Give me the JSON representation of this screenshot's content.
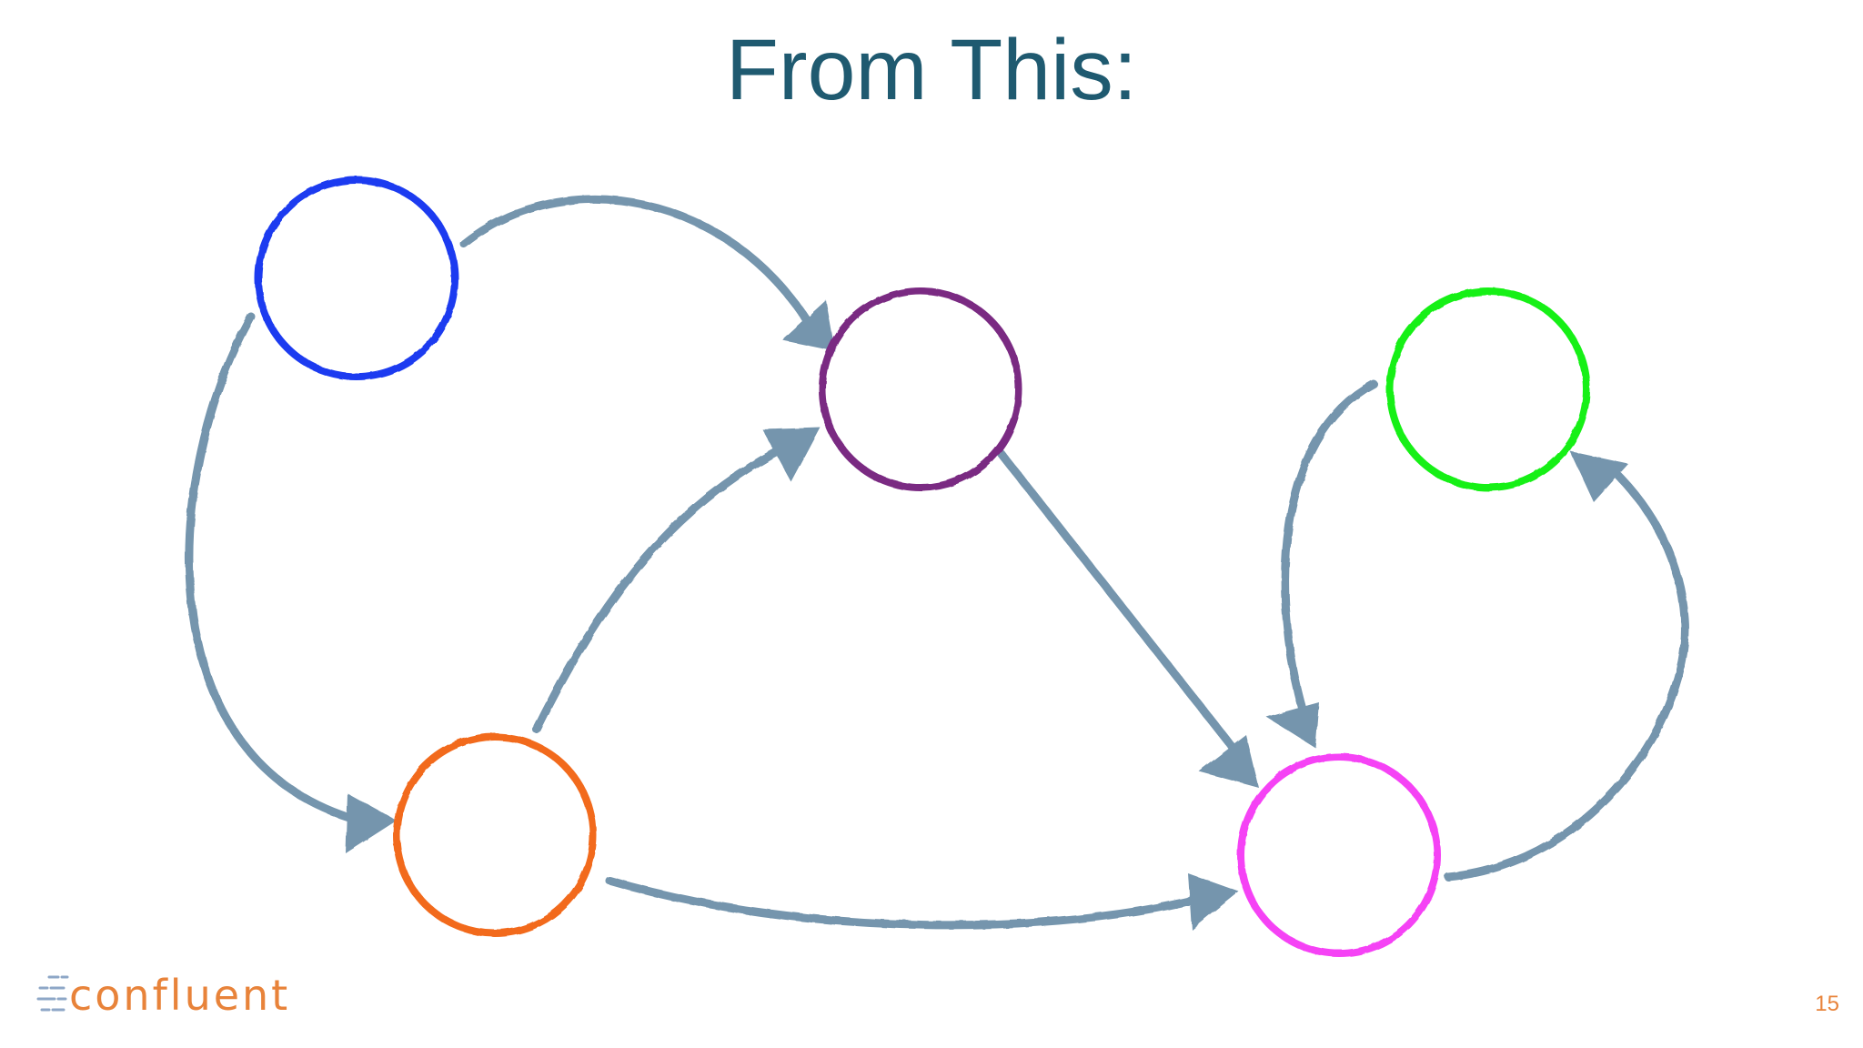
{
  "slide": {
    "title": "From This:",
    "page_number": "15"
  },
  "logo": {
    "text": "confluent",
    "icon": "confluent-logo-icon",
    "color": "#e8833a"
  },
  "diagram": {
    "edge_color": "#7495ad",
    "nodes": [
      {
        "id": "blue",
        "color": "#1a3bf0"
      },
      {
        "id": "purple",
        "color": "#7a2a82"
      },
      {
        "id": "green",
        "color": "#14f014"
      },
      {
        "id": "orange",
        "color": "#f26a1b"
      },
      {
        "id": "magenta",
        "color": "#f542f5"
      }
    ],
    "edges": [
      {
        "from": "blue",
        "to": "purple"
      },
      {
        "from": "blue",
        "to": "orange"
      },
      {
        "from": "orange",
        "to": "purple"
      },
      {
        "from": "orange",
        "to": "magenta"
      },
      {
        "from": "purple",
        "to": "magenta"
      },
      {
        "from": "green",
        "to": "magenta"
      },
      {
        "from": "magenta",
        "to": "green"
      }
    ]
  }
}
